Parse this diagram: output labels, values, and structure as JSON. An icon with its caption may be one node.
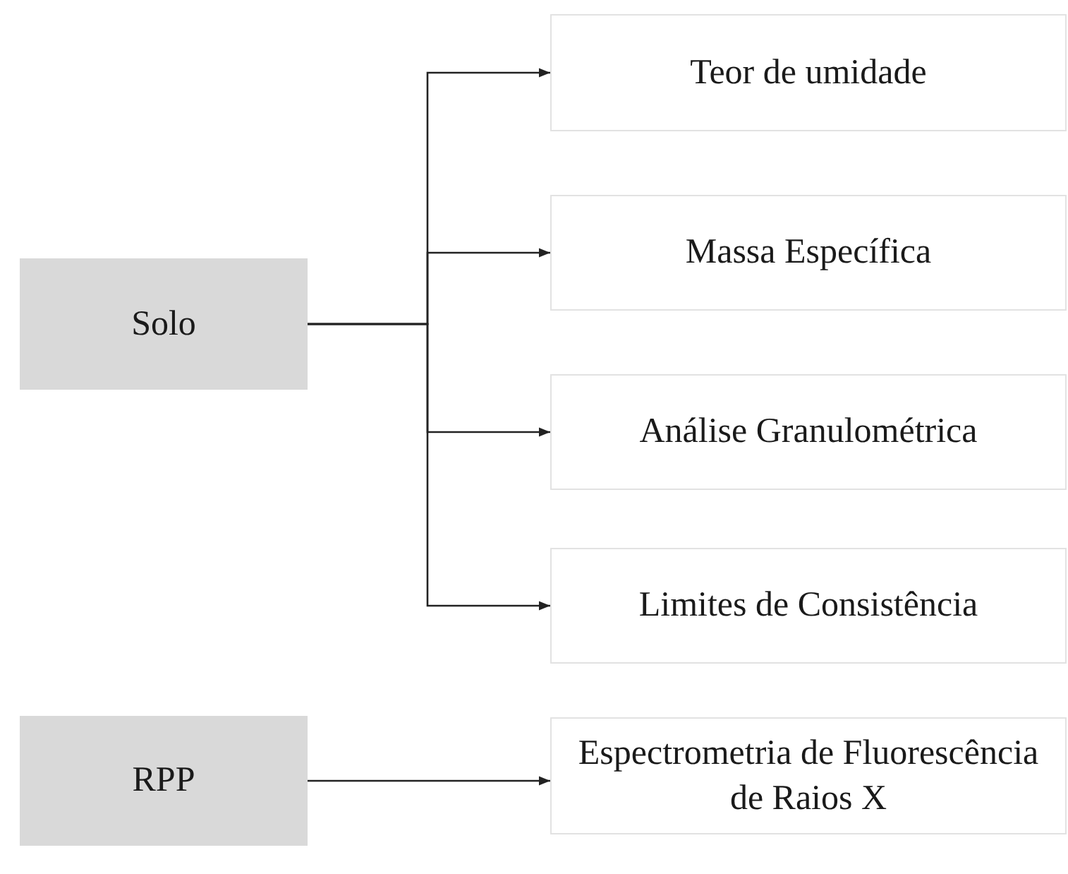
{
  "diagram": {
    "nodes": [
      {
        "text": [
          "Solo"
        ]
      },
      {
        "text": [
          "Teor de umidade"
        ]
      },
      {
        "text": [
          "Massa Específica"
        ]
      },
      {
        "text": [
          "Análise Granulométrica"
        ]
      },
      {
        "text": [
          "Limites de Consistência"
        ]
      },
      {
        "text": [
          "RPP"
        ]
      },
      {
        "text": [
          "Espectrometria de Fluorescência de Raios X"
        ]
      }
    ],
    "edges": [
      {
        "from": 0,
        "to": 1,
        "arrow": "to"
      },
      {
        "from": 0,
        "to": 2,
        "arrow": "to"
      },
      {
        "from": 0,
        "to": 3,
        "arrow": "to"
      },
      {
        "from": 0,
        "to": 4,
        "arrow": "to"
      },
      {
        "from": 5,
        "to": 6,
        "arrow": "to"
      }
    ]
  }
}
